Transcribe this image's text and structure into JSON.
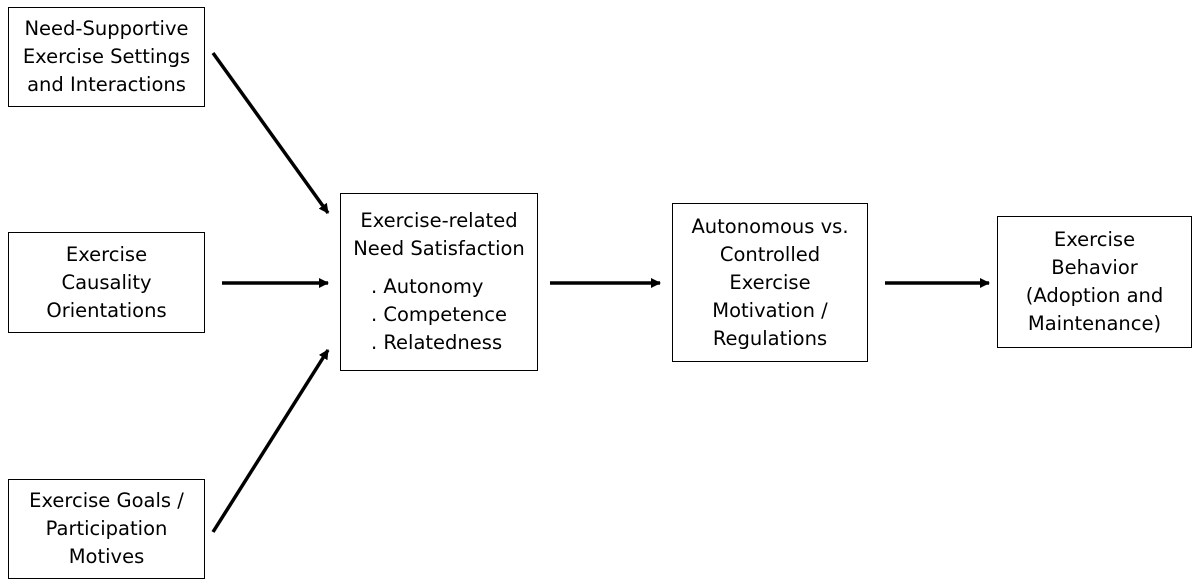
{
  "boxes": {
    "need_supportive": {
      "lines": [
        "Need-Supportive",
        "Exercise Settings",
        "and Interactions"
      ]
    },
    "causality": {
      "lines": [
        "Exercise",
        "Causality",
        "Orientations"
      ]
    },
    "goals": {
      "lines": [
        "Exercise Goals /",
        "Participation",
        "Motives"
      ]
    },
    "need_satisfaction": {
      "lines": [
        "Exercise-related",
        "Need Satisfaction"
      ],
      "items": [
        ". Autonomy",
        ". Competence",
        ". Relatedness"
      ]
    },
    "motivation": {
      "lines": [
        "Autonomous vs.",
        "Controlled",
        "Exercise",
        "Motivation /",
        "Regulations"
      ]
    },
    "behavior": {
      "lines": [
        "Exercise",
        "Behavior",
        "(Adoption and",
        "Maintenance)"
      ]
    }
  },
  "colors": {
    "stroke": "#000000",
    "background": "#ffffff"
  }
}
